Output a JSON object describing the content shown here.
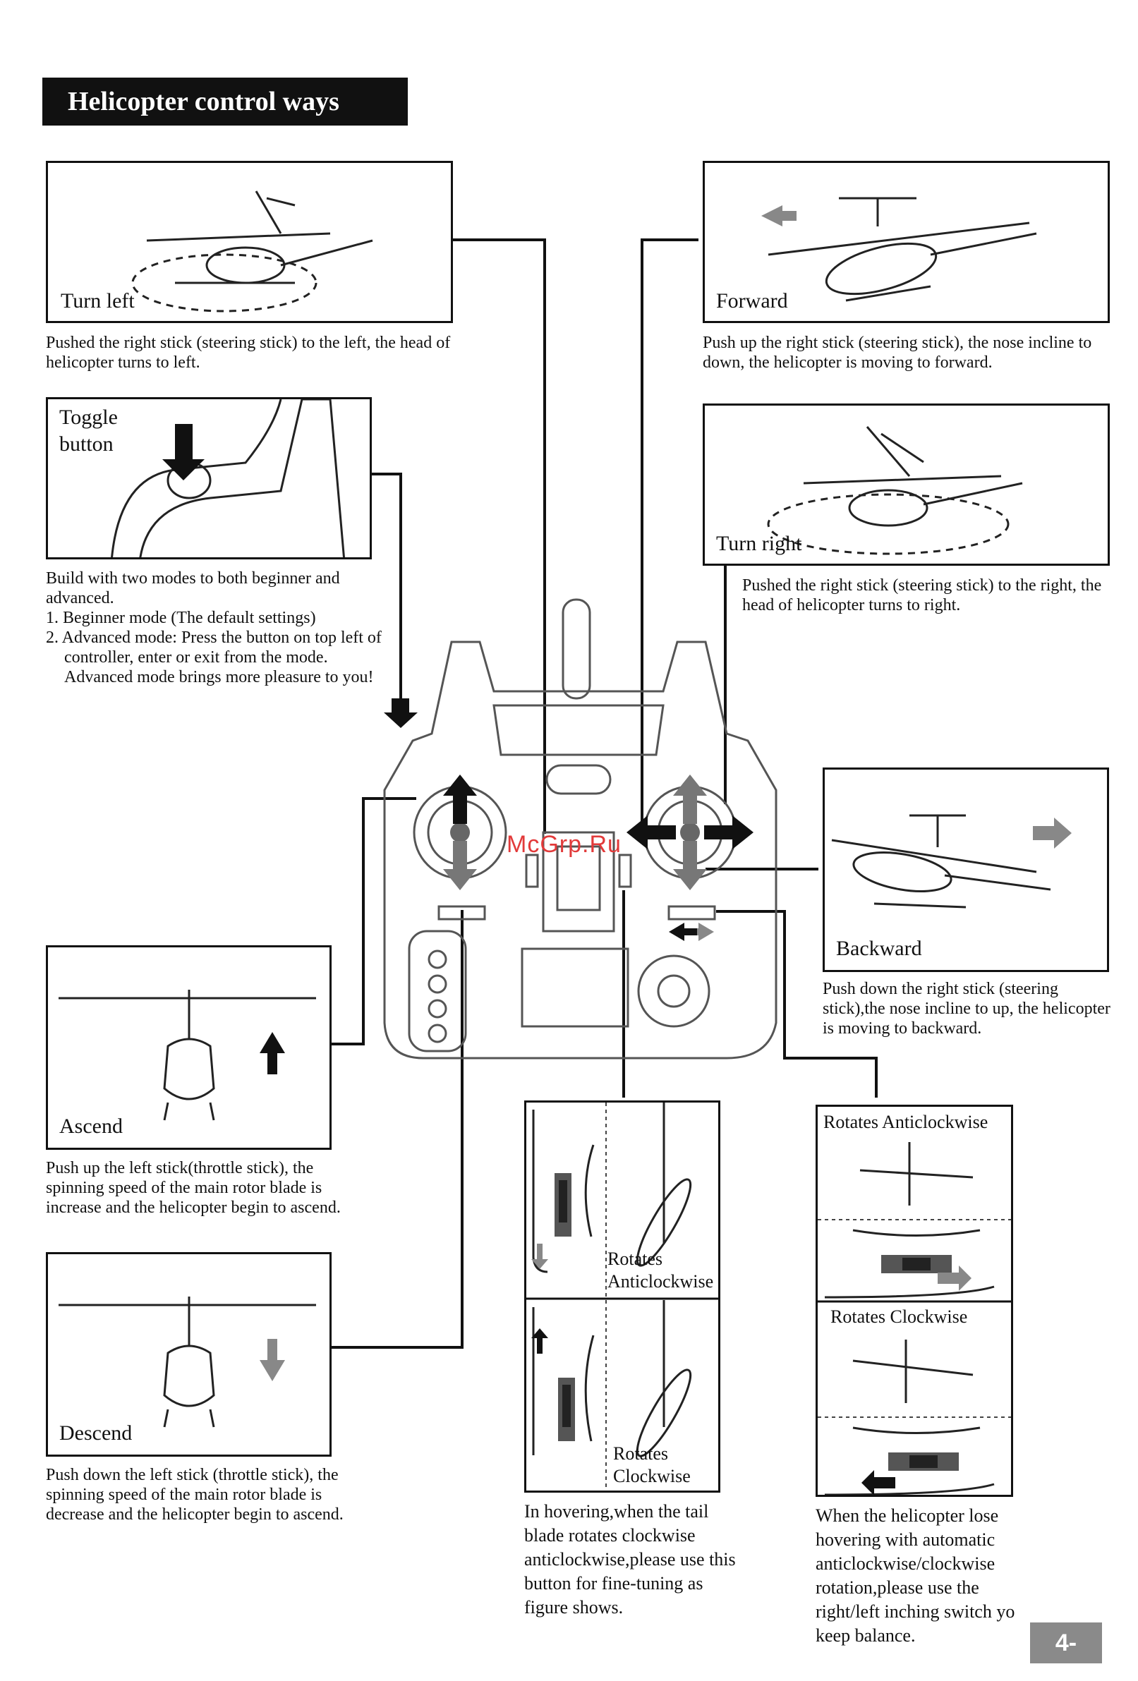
{
  "header": {
    "title": "Helicopter control ways"
  },
  "panels": {
    "turn_left": {
      "label": "Turn left",
      "desc": "Pushed the right stick (steering stick) to the left, the head of helicopter turns to left."
    },
    "forward": {
      "label": "Forward",
      "desc": "Push up the right stick (steering stick), the nose incline to down, the helicopter is moving to forward."
    },
    "toggle": {
      "label_line1": "Toggle",
      "label_line2": "button",
      "desc_intro": "Build with two modes to both beginner and advanced.",
      "desc_item1": "1. Beginner mode (The default settings)",
      "desc_item2": "2. Advanced mode: Press the button on top left of controller, enter or exit from the mode. Advanced mode brings more pleasure to you!"
    },
    "turn_right": {
      "label": "Turn right",
      "desc": "Pushed the right stick (steering stick) to the right, the head of helicopter turns to right."
    },
    "backward": {
      "label": "Backward",
      "desc": "Push down the right stick (steering stick),the nose incline to up, the helicopter is moving to backward."
    },
    "ascend": {
      "label": "Ascend",
      "desc": "Push up the left stick(throttle stick), the spinning speed of the main rotor blade is increase and the helicopter begin to ascend."
    },
    "descend": {
      "label": "Descend",
      "desc": "Push down the left stick (throttle stick), the spinning speed of the main rotor blade is decrease and the helicopter begin to ascend."
    },
    "tail_trim": {
      "label_top_1": "Rotates",
      "label_top_2": "Anticlockwise",
      "label_bottom_1": "Rotates",
      "label_bottom_2": "Clockwise",
      "desc": "In hovering,when the tail blade rotates clockwise anticlockwise,please use this button for fine-tuning as figure shows."
    },
    "rotation_trim": {
      "label_top": "Rotates Anticlockwise",
      "label_bottom": "Rotates Clockwise",
      "desc": "When the helicopter lose hovering with automatic anticlockwise/clockwise rotation,please use the right/left inching switch yo keep balance."
    }
  },
  "watermark": "McGrp.Ru",
  "page_number": "4-"
}
